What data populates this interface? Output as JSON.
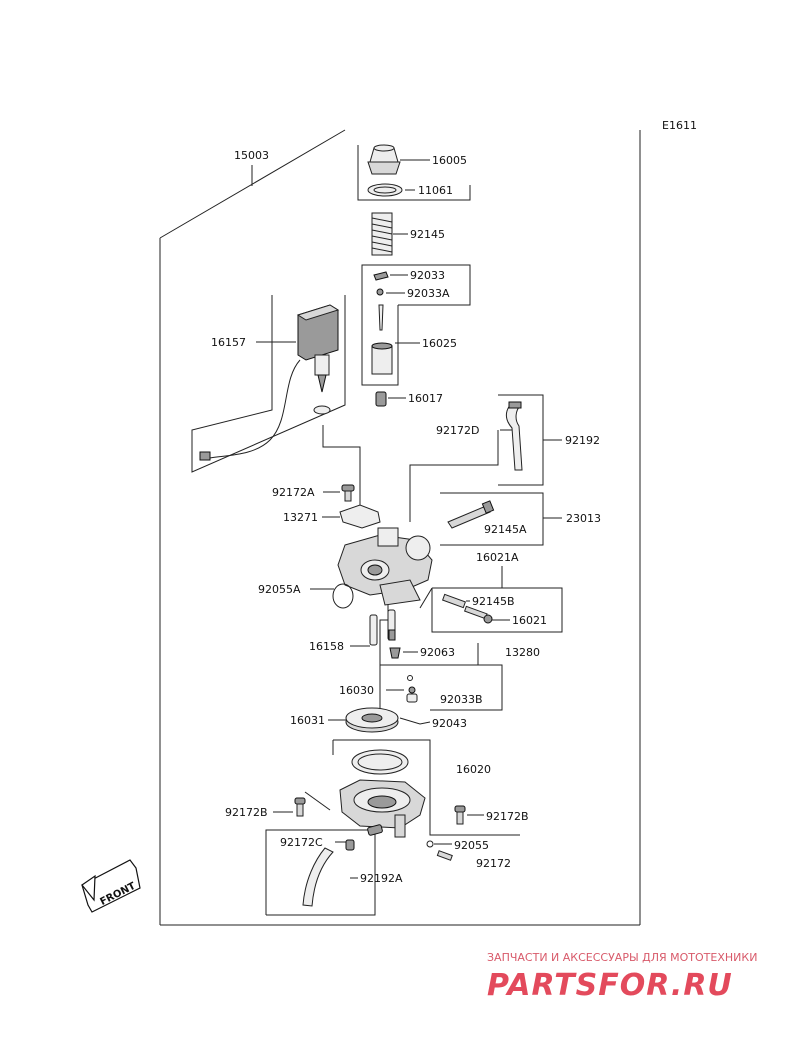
{
  "diagram_code": "E1611",
  "assembly_label": "15003",
  "front_label": "FRONT",
  "parts": {
    "p16005": "16005",
    "p11061": "11061",
    "p92145": "92145",
    "p92033": "92033",
    "p92033a": "92033A",
    "p16157": "16157",
    "p16025": "16025",
    "p16017": "16017",
    "p92172d": "92172D",
    "p92192": "92192",
    "p92172a": "92172A",
    "p13271": "13271",
    "p92145a": "92145A",
    "p23013": "23013",
    "p16021a": "16021A",
    "p92055a": "92055A",
    "p92145b": "92145B",
    "p16021": "16021",
    "p16158": "16158",
    "p92063": "92063",
    "p13280": "13280",
    "p16030": "16030",
    "p92033b": "92033B",
    "p16031": "16031",
    "p92043": "92043",
    "p16020": "16020",
    "p92172b_left": "92172B",
    "p92172b_right": "92172B",
    "p92172c": "92172C",
    "p92055": "92055",
    "p92172": "92172",
    "p92192a": "92192A"
  },
  "watermark": {
    "caption": "ЗАПЧАСТИ И АКСЕССУАРЫ ДЛЯ МОТОТЕХНИКИ",
    "logo": "PARTSFOR.RU",
    "color": "#e34a5c"
  }
}
